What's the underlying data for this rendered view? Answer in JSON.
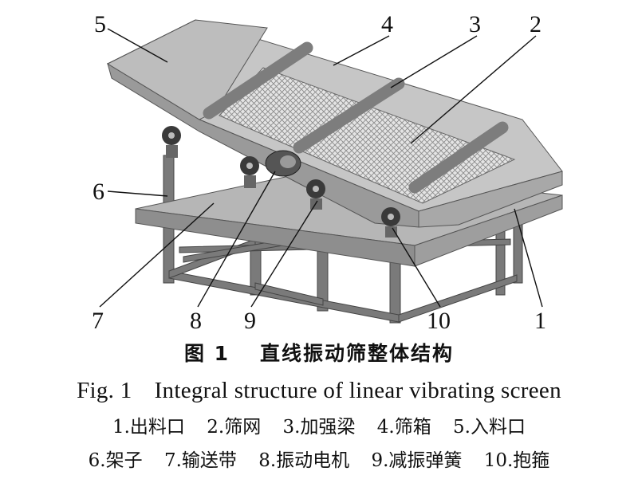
{
  "figure": {
    "callouts": [
      "1",
      "2",
      "3",
      "4",
      "5",
      "6",
      "7",
      "8",
      "9",
      "10"
    ],
    "caption_zh_number": "图 1",
    "caption_zh_text": "直线振动筛整体结构",
    "caption_en_number": "Fig. 1",
    "caption_en_text": "Integral structure of linear vibrating screen",
    "legend_row_1": [
      "1.出料口",
      "2.筛网",
      "3.加强梁",
      "4.筛箱",
      "5.入料口"
    ],
    "legend_row_2": [
      "6.架子",
      "7.输送带",
      "8.振动电机",
      "9.减振弹簧",
      "10.抱箍"
    ]
  },
  "colors": {
    "box_top": "#c4c4c4",
    "box_side": "#8c8c8c",
    "mesh": "#dedede",
    "frame": "#6e6e6e",
    "belt": "#b0b0b0",
    "ink": "#111111"
  }
}
